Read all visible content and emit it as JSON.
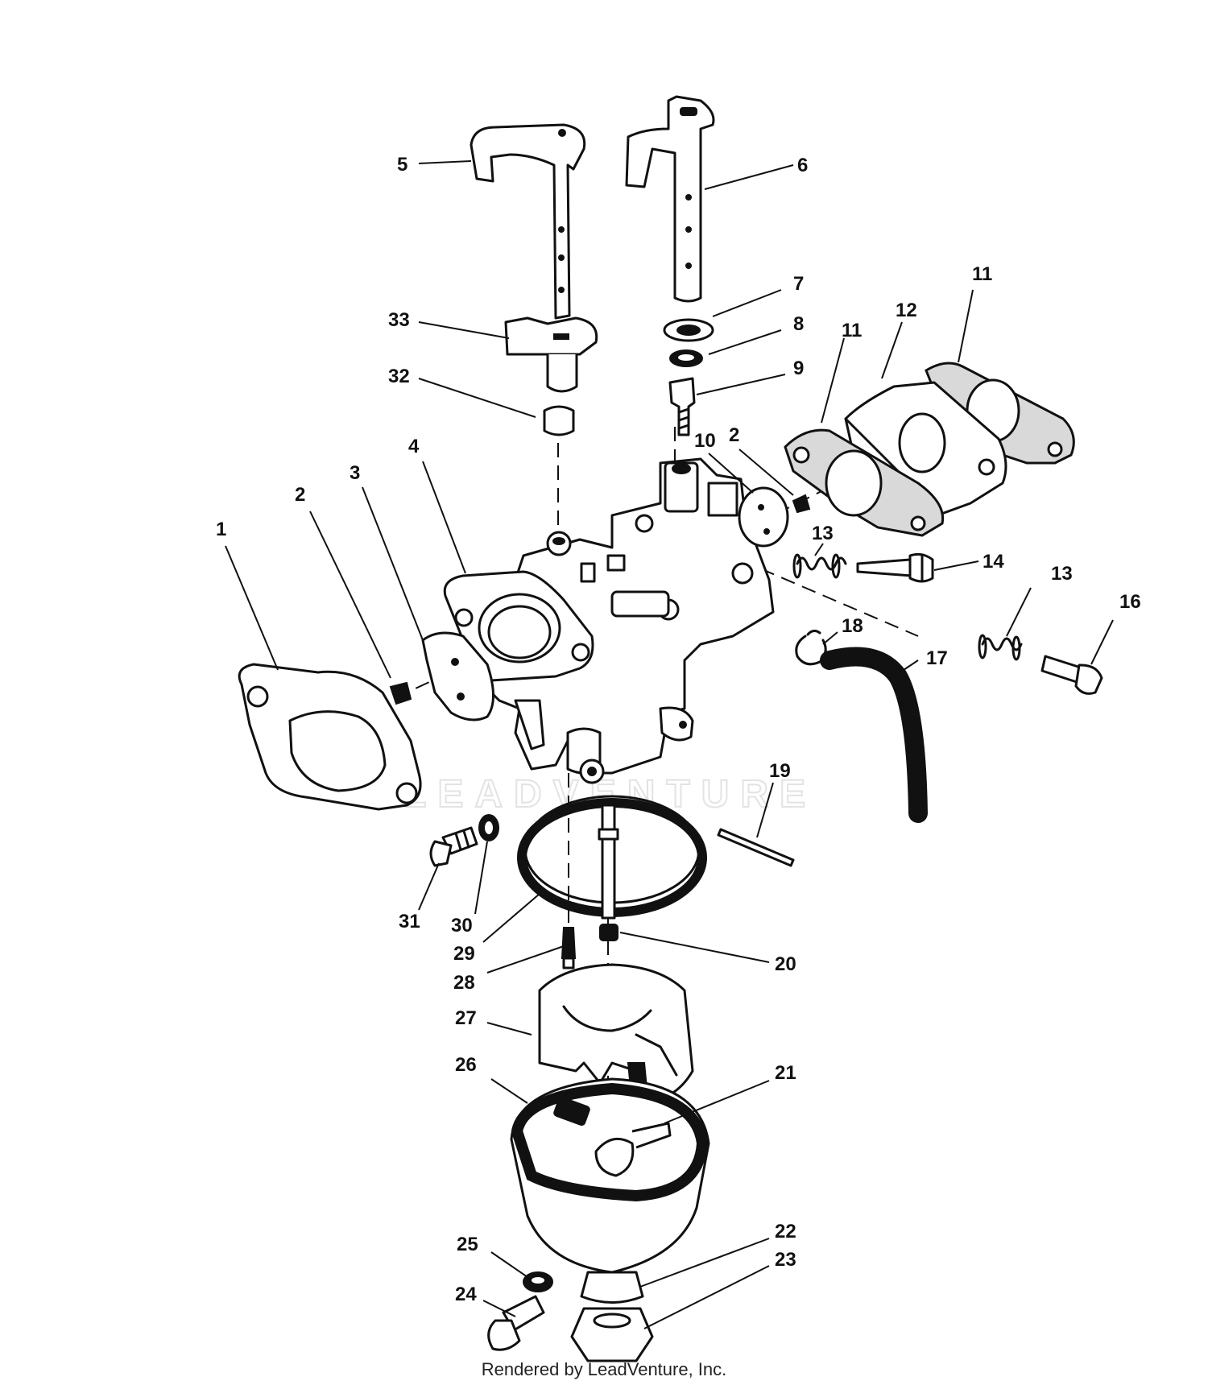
{
  "watermark": "LEADVENTURE",
  "footer": "Rendered by LeadVenture, Inc.",
  "callouts": [
    {
      "id": "1",
      "text": "1"
    },
    {
      "id": "2a",
      "text": "2"
    },
    {
      "id": "2b",
      "text": "2"
    },
    {
      "id": "3",
      "text": "3"
    },
    {
      "id": "4",
      "text": "4"
    },
    {
      "id": "5",
      "text": "5"
    },
    {
      "id": "6",
      "text": "6"
    },
    {
      "id": "7",
      "text": "7"
    },
    {
      "id": "8",
      "text": "8"
    },
    {
      "id": "9",
      "text": "9"
    },
    {
      "id": "10",
      "text": "10"
    },
    {
      "id": "11a",
      "text": "11"
    },
    {
      "id": "11b",
      "text": "11"
    },
    {
      "id": "12",
      "text": "12"
    },
    {
      "id": "13a",
      "text": "13"
    },
    {
      "id": "13b",
      "text": "13"
    },
    {
      "id": "14",
      "text": "14"
    },
    {
      "id": "16",
      "text": "16"
    },
    {
      "id": "17",
      "text": "17"
    },
    {
      "id": "18",
      "text": "18"
    },
    {
      "id": "19",
      "text": "19"
    },
    {
      "id": "20",
      "text": "20"
    },
    {
      "id": "21",
      "text": "21"
    },
    {
      "id": "22",
      "text": "22"
    },
    {
      "id": "23",
      "text": "23"
    },
    {
      "id": "24",
      "text": "24"
    },
    {
      "id": "25",
      "text": "25"
    },
    {
      "id": "26",
      "text": "26"
    },
    {
      "id": "27",
      "text": "27"
    },
    {
      "id": "28",
      "text": "28"
    },
    {
      "id": "29",
      "text": "29"
    },
    {
      "id": "30",
      "text": "30"
    },
    {
      "id": "31",
      "text": "31"
    },
    {
      "id": "32",
      "text": "32"
    },
    {
      "id": "33",
      "text": "33"
    }
  ]
}
